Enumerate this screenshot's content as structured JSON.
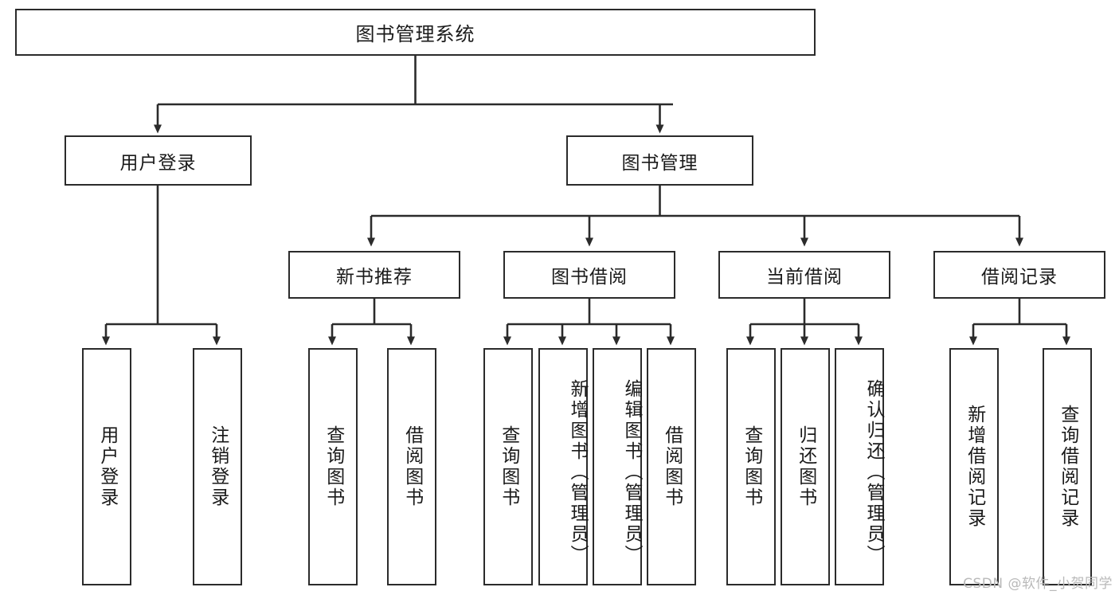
{
  "diagram": {
    "title": "图书管理系统",
    "root": {
      "label": "图书管理系统"
    },
    "level2": [
      {
        "label": "用户登录"
      },
      {
        "label": "图书管理"
      }
    ],
    "level3": [
      {
        "label": "新书推荐"
      },
      {
        "label": "图书借阅"
      },
      {
        "label": "当前借阅"
      },
      {
        "label": "借阅记录"
      }
    ],
    "leaves": [
      {
        "label": "用户登录"
      },
      {
        "label": "注销登录"
      },
      {
        "label": "查询图书"
      },
      {
        "label": "借阅图书"
      },
      {
        "label": "查询图书"
      },
      {
        "label": "新增图书（管理员）"
      },
      {
        "label": "编辑图书（管理员）"
      },
      {
        "label": "借阅图书"
      },
      {
        "label": "查询图书"
      },
      {
        "label": "归还图书"
      },
      {
        "label": "确认归还（管理员）"
      },
      {
        "label": "新增借阅记录"
      },
      {
        "label": "查询借阅记录"
      }
    ]
  },
  "watermark": {
    "text": "CSDN @软件_小贺同学"
  },
  "colors": {
    "stroke": "#2b2b2b",
    "background": "#ffffff",
    "text": "#1a1a1a",
    "watermark": "#b9b9b9"
  }
}
